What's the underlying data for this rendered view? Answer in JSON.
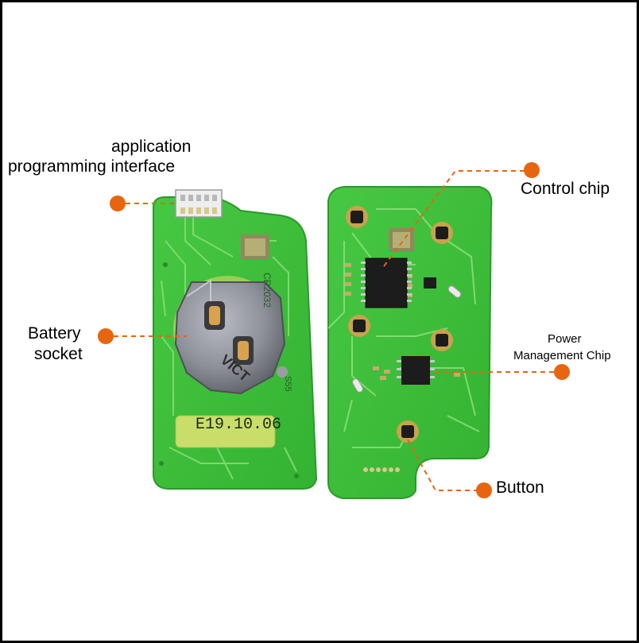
{
  "labels": {
    "api_line1": "application",
    "api_line2": "programming interface",
    "control_chip": "Control chip",
    "battery_line1": "Battery",
    "battery_line2": "socket",
    "power_line1": "Power",
    "power_line2": "Management Chip",
    "button": "Button"
  },
  "board_print": {
    "date_code": "E19.10.06",
    "battery_type": "CR2032",
    "battery_brand": "VICT",
    "left_side_code": "S55"
  },
  "colors": {
    "pcb": "#3cbf3a",
    "trace": "#8ee07a",
    "accent": "#e8650f",
    "chip": "#1c1c1c",
    "battery_metal": "#8e9099"
  },
  "icons": [
    "battery-socket-icon",
    "control-chip-icon",
    "power-chip-icon",
    "button-icon",
    "connector-icon"
  ]
}
